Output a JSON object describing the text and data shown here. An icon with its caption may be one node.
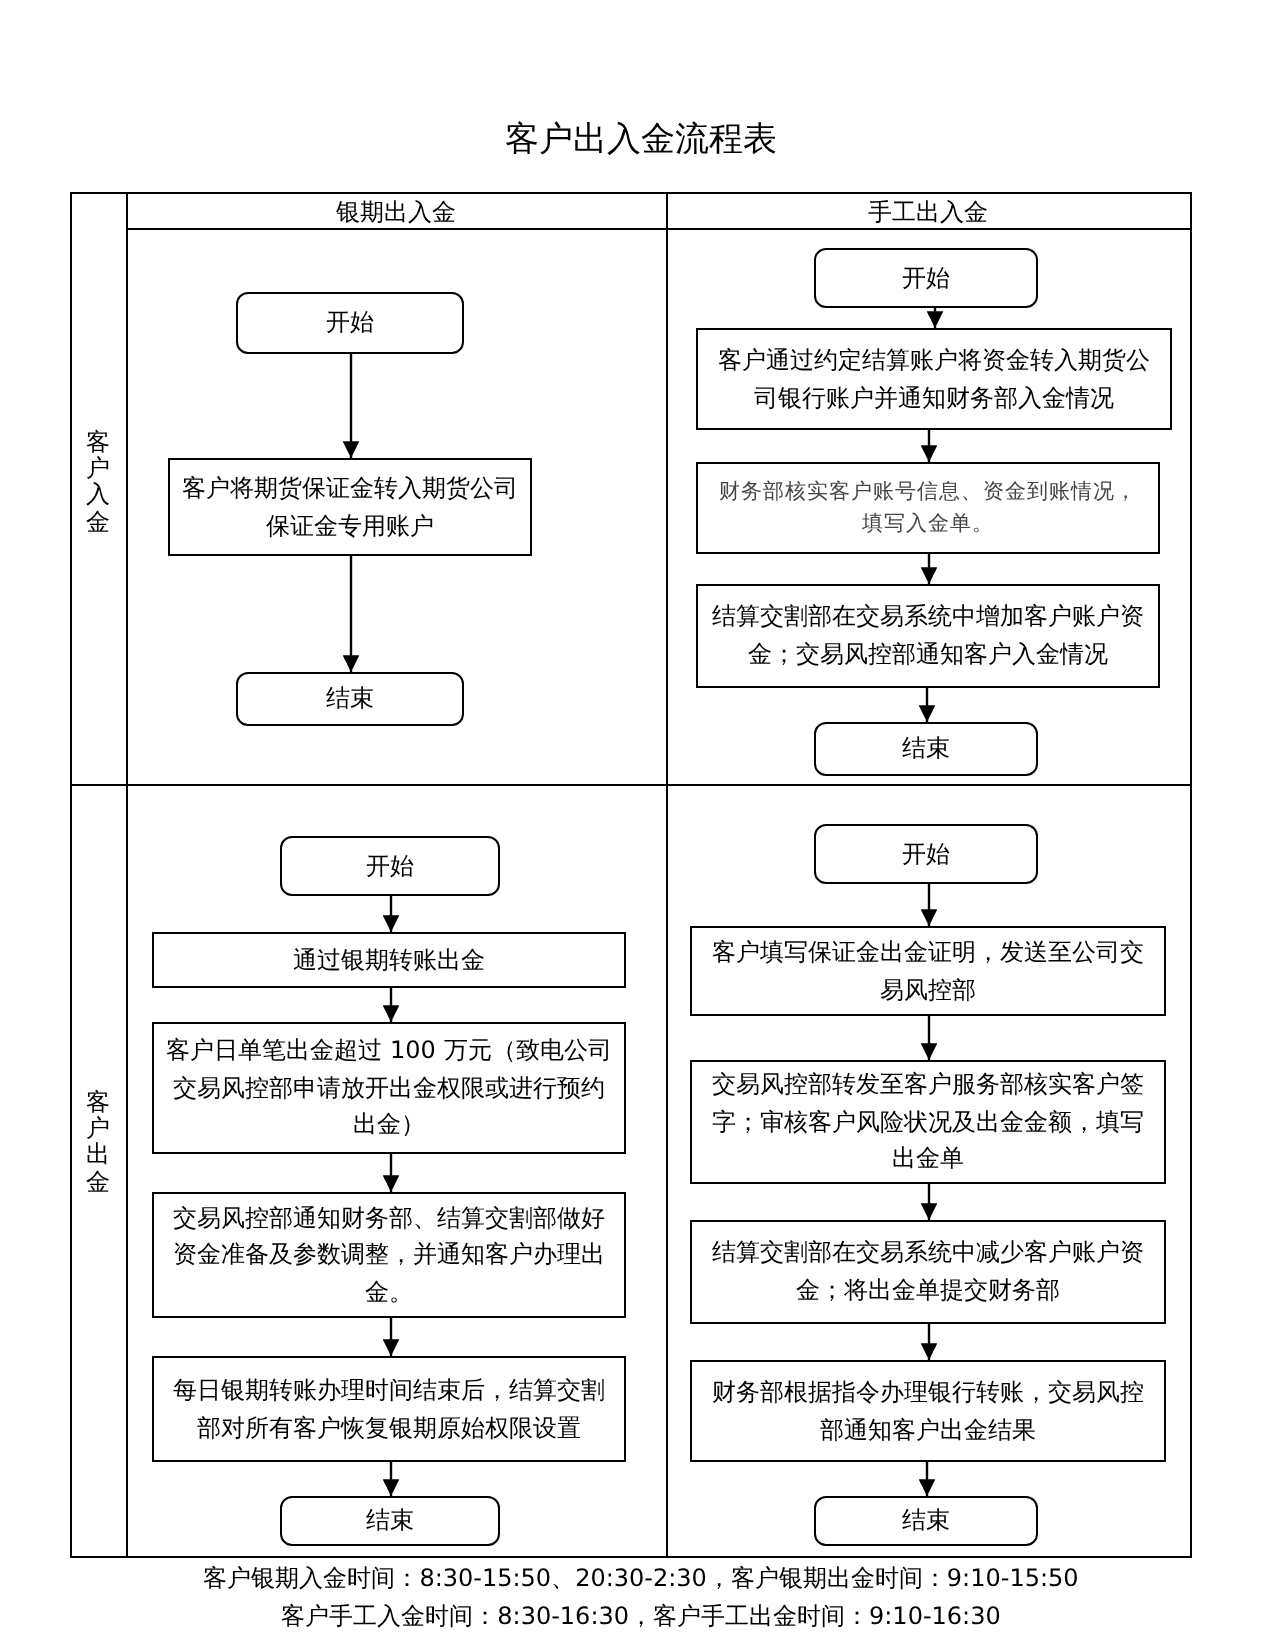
{
  "diagram": {
    "title": "客户出入金流程表",
    "nodes": [
      {
        "text": [
          "开始"
        ]
      },
      {
        "text": [
          "客户将期货保证金转入期货公司保证金专用账户"
        ]
      },
      {
        "text": [
          "结束"
        ]
      },
      {
        "text": [
          "开始"
        ]
      },
      {
        "text": [
          "客户通过约定结算账户将资金转入期货公司银行账户并通知财务部入金情况"
        ]
      },
      {
        "text": [
          "财务部核实客户账号信息、资金到账情况，填写入金单。"
        ]
      },
      {
        "text": [
          "结算交割部在交易系统中增加客户账户资金；交易风控部通知客户入金情况"
        ]
      },
      {
        "text": [
          "结束"
        ]
      },
      {
        "text": [
          "开始"
        ]
      },
      {
        "text": [
          "通过银期转账出金"
        ]
      },
      {
        "text": [
          "客户日单笔出金超过 100 万元（致电公司交易风控部申请放开出金权限或进行预约出金）"
        ]
      },
      {
        "text": [
          "交易风控部通知财务部、结算交割部做好资金准备及参数调整，并通知客户办理出金。"
        ]
      },
      {
        "text": [
          "每日银期转账办理时间结束后，结算交割部对所有客户恢复银期原始权限设置"
        ]
      },
      {
        "text": [
          "结束"
        ]
      },
      {
        "text": [
          "开始"
        ]
      },
      {
        "text": [
          "客户填写保证金出金证明，发送至公司交易风控部"
        ]
      },
      {
        "text": [
          "交易风控部转发至客户服务部核实客户签字；审核客户风险状况及出金金额，填写出金单"
        ]
      },
      {
        "text": [
          "结算交割部在交易系统中减少客户账户资金；将出金单提交财务部"
        ]
      },
      {
        "text": [
          "财务部根据指令办理银行转账，交易风控部通知客户出金结果"
        ]
      },
      {
        "text": [
          "结束"
        ]
      }
    ],
    "edges": [
      {
        "from": 0,
        "to": 1,
        "arrow": "to"
      },
      {
        "from": 1,
        "to": 2,
        "arrow": "to"
      },
      {
        "from": 3,
        "to": 4,
        "arrow": "to"
      },
      {
        "from": 4,
        "to": 5,
        "arrow": "to"
      },
      {
        "from": 5,
        "to": 6,
        "arrow": "to"
      },
      {
        "from": 6,
        "to": 7,
        "arrow": "to"
      },
      {
        "from": 8,
        "to": 9,
        "arrow": "to"
      },
      {
        "from": 9,
        "to": 10,
        "arrow": "to"
      },
      {
        "from": 10,
        "to": 11,
        "arrow": "to"
      },
      {
        "from": 11,
        "to": 12,
        "arrow": "to"
      },
      {
        "from": 12,
        "to": 13,
        "arrow": "to"
      },
      {
        "from": 14,
        "to": 15,
        "arrow": "to"
      },
      {
        "from": 15,
        "to": 16,
        "arrow": "to"
      },
      {
        "from": 16,
        "to": 17,
        "arrow": "to"
      },
      {
        "from": 17,
        "to": 18,
        "arrow": "to"
      },
      {
        "from": 18,
        "to": 19,
        "arrow": "to"
      }
    ],
    "labels": [
      "银期出入金",
      "手工出入金",
      "客户入金",
      "客户出金",
      "客户银期入金时间：8:30-15:50、20:30-2:30，客户银期出金时间：9:10-15:50",
      "客户手工入金时间：8:30-16:30，客户手工出金时间：9:10-16:30"
    ]
  }
}
